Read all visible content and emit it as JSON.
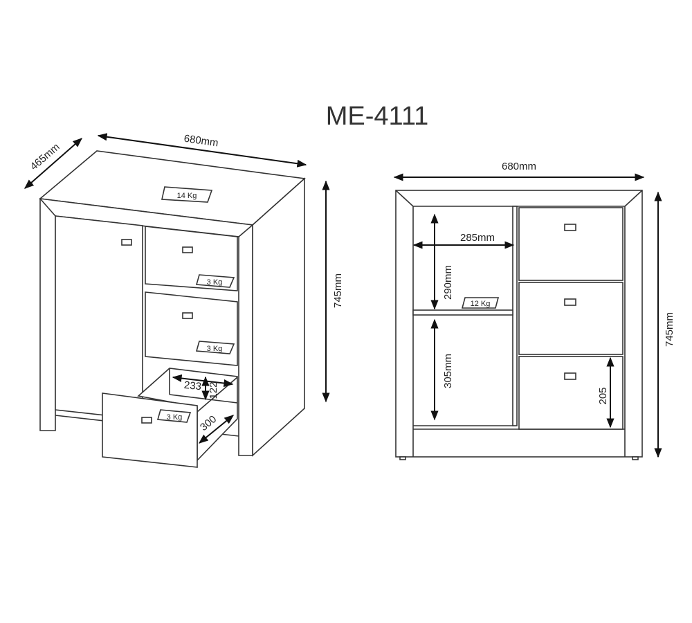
{
  "title": "ME-4111",
  "perspective_view": {
    "width": "680mm",
    "depth": "465mm",
    "height": "745mm",
    "top_load": "14 Kg",
    "drawer_loads": [
      "3 Kg",
      "3 Kg",
      "3 Kg"
    ],
    "drawer_inner_width": "233",
    "drawer_inner_height": "122",
    "drawer_inner_depth": "300"
  },
  "front_view": {
    "width": "680mm",
    "height": "745mm",
    "shelf_width": "285mm",
    "upper_height": "290mm",
    "lower_height": "305mm",
    "shelf_load": "12 Kg",
    "drawer_height": "205"
  }
}
